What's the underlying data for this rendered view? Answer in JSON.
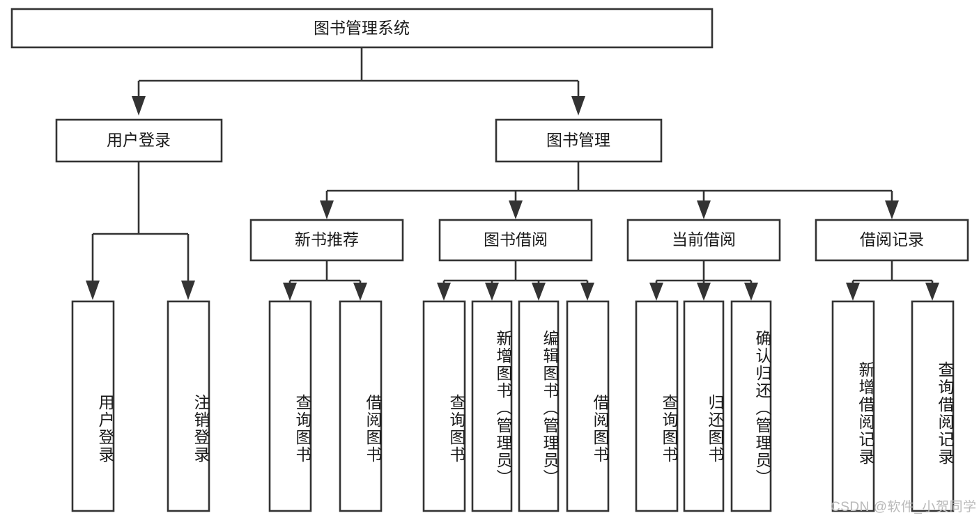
{
  "diagram": {
    "title": "图书管理系统",
    "type": "hierarchy-tree",
    "root": {
      "label": "图书管理系统",
      "id": "root"
    },
    "level2": [
      {
        "id": "user-login",
        "label": "用户登录"
      },
      {
        "id": "book-manage",
        "label": "图书管理"
      }
    ],
    "level3": [
      {
        "id": "new-book-recommend",
        "label": "新书推荐",
        "parent": "book-manage"
      },
      {
        "id": "book-borrow",
        "label": "图书借阅",
        "parent": "book-manage"
      },
      {
        "id": "current-borrow",
        "label": "当前借阅",
        "parent": "book-manage"
      },
      {
        "id": "borrow-record",
        "label": "借阅记录",
        "parent": "book-manage"
      }
    ],
    "leaves": [
      {
        "id": "leaf-user-login",
        "label": "用户登录",
        "parent": "user-login"
      },
      {
        "id": "leaf-logout-login",
        "label": "注销登录",
        "parent": "user-login"
      },
      {
        "id": "leaf-query-book-1",
        "label": "查询图书",
        "parent": "new-book-recommend"
      },
      {
        "id": "leaf-borrow-book-1",
        "label": "借阅图书",
        "parent": "new-book-recommend"
      },
      {
        "id": "leaf-query-book-2",
        "label": "查询图书",
        "parent": "book-borrow"
      },
      {
        "id": "leaf-add-book",
        "label": "新增图书（管理员）",
        "parent": "book-borrow"
      },
      {
        "id": "leaf-edit-book",
        "label": "编辑图书（管理员）",
        "parent": "book-borrow"
      },
      {
        "id": "leaf-borrow-book-2",
        "label": "借阅图书",
        "parent": "book-borrow"
      },
      {
        "id": "leaf-query-book-3",
        "label": "查询图书",
        "parent": "current-borrow"
      },
      {
        "id": "leaf-return-book",
        "label": "归还图书",
        "parent": "current-borrow"
      },
      {
        "id": "leaf-confirm-return",
        "label": "确认归还（管理员）",
        "parent": "current-borrow"
      },
      {
        "id": "leaf-add-record",
        "label": "新增借阅记录",
        "parent": "borrow-record"
      },
      {
        "id": "leaf-query-record",
        "label": "查询借阅记录",
        "parent": "borrow-record"
      }
    ],
    "colors": {
      "stroke": "#333333",
      "fill": "#ffffff",
      "text": "#1a1a1a",
      "watermark": "#b9b9b9"
    }
  },
  "watermark": {
    "text": "CSDN @软件_小贺同学"
  }
}
